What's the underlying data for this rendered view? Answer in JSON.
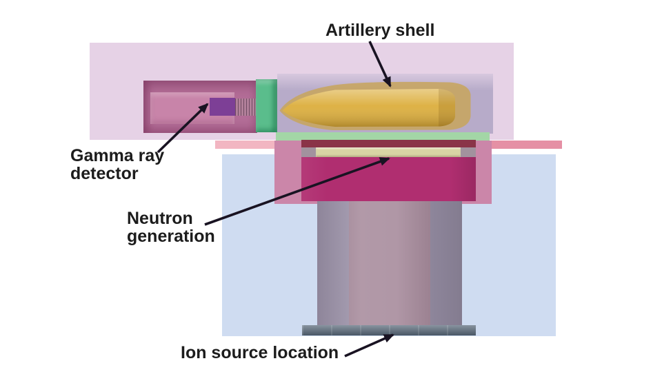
{
  "labels": {
    "artillery_shell": "Artillery shell",
    "gamma_ray_detector": "Gamma ray\ndetector",
    "neutron_generation": "Neutron\ngeneration",
    "ion_source_location": "Ion source location"
  },
  "colors": {
    "background": "#ffffff",
    "label_text": "#1c1c1c",
    "arrow": "#191322",
    "top_shield": "#e6d2e6",
    "housing_outer": "#b36d97",
    "housing_inner": "#c884a9",
    "gamma_detector": "#7d3f96",
    "hatch_tube": "#b2809a",
    "collar": "#5abd8c",
    "shell_box": "#b7abc9",
    "shell_tan": "#c7a55f",
    "shell_gold": "#dcae3c",
    "green_plate": "#a3d6a6",
    "blue_shield": "#cfdcf1",
    "band_left": "#f2b6c2",
    "band_right": "#e590a5",
    "moderator": "#cb86a9",
    "maroon_strip": "#8a3448",
    "cream_band": "#d8d4a4",
    "cream_cap": "#a2929e",
    "magenta_block": "#b02e70",
    "cylinder_left": "#9e94ab",
    "cylinder_center": "#a78b9c",
    "cylinder_right": "#9990a7",
    "base_plate": "#5a6a7b"
  }
}
